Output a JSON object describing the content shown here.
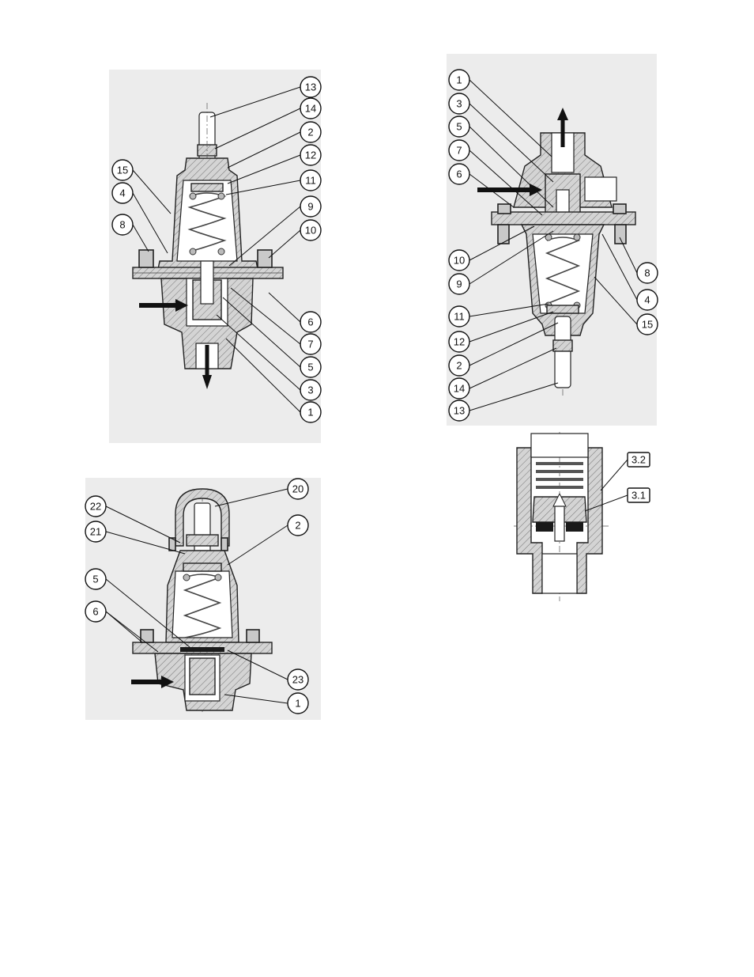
{
  "figures": [
    {
      "id": "fig-top-left",
      "callouts": [
        "13",
        "14",
        "2",
        "12",
        "11",
        "9",
        "10",
        "6",
        "7",
        "5",
        "3",
        "1",
        "15",
        "4",
        "8"
      ]
    },
    {
      "id": "fig-top-right",
      "callouts": [
        "1",
        "3",
        "5",
        "7",
        "6",
        "10",
        "9",
        "11",
        "12",
        "2",
        "14",
        "13",
        "8",
        "4",
        "15"
      ]
    },
    {
      "id": "fig-bottom-left",
      "callouts": [
        "20",
        "2",
        "23",
        "1",
        "22",
        "21",
        "5",
        "6"
      ]
    },
    {
      "id": "fig-bottom-right",
      "callouts": [
        "3.2",
        "3.1"
      ]
    }
  ]
}
